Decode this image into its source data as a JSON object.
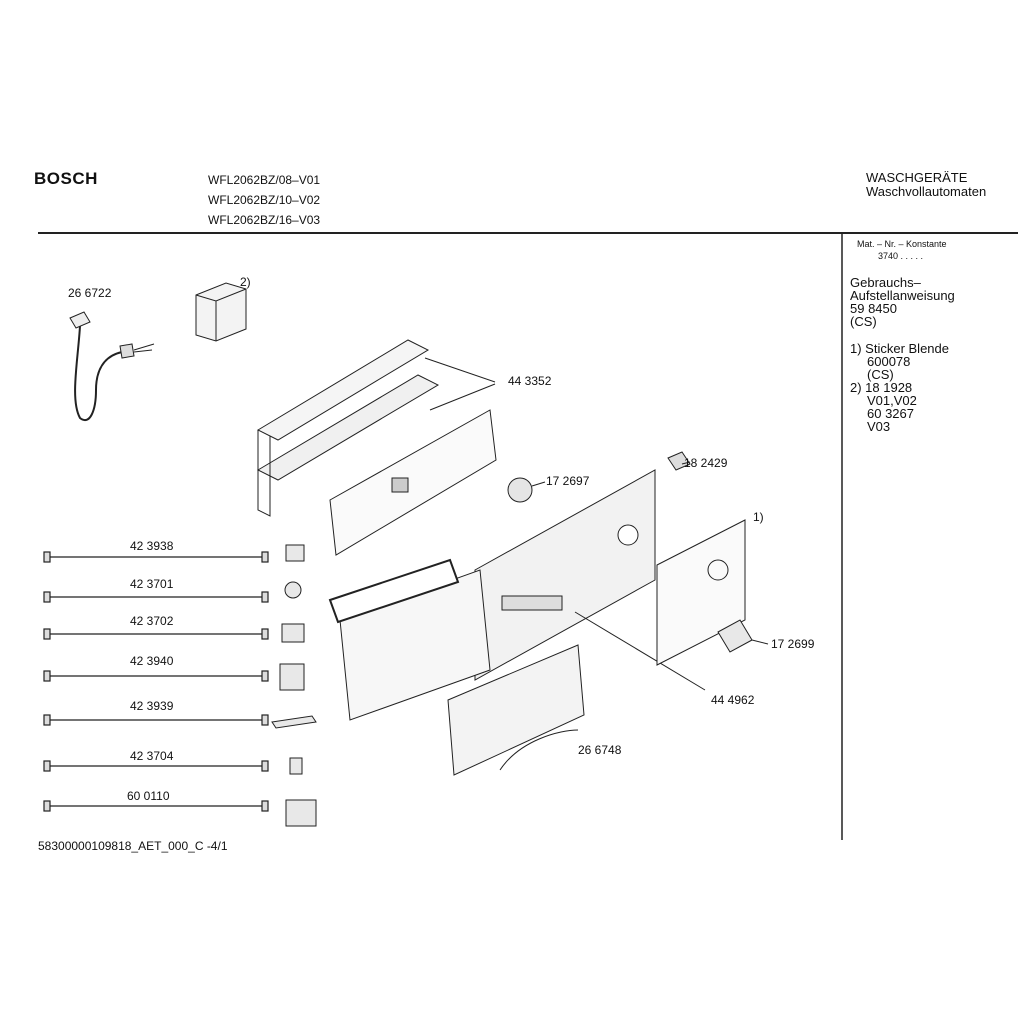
{
  "header": {
    "brand": "BOSCH",
    "models": [
      "WFL2062BZ/08–V01",
      "WFL2062BZ/10–V02",
      "WFL2062BZ/16–V03"
    ],
    "category": "WASCHGERÄTE",
    "subcategory": "Waschvollautomaten"
  },
  "side_panel": {
    "mat_header": "Mat. – Nr. – Konstante",
    "mat_value": "3740  .  .  .  .  .",
    "manual_lines": [
      "Gebrauchs–",
      "Aufstellanweisung",
      "59 8450",
      "(CS)"
    ],
    "note1_lines": [
      "1) Sticker Blende",
      "600078",
      "(CS)"
    ],
    "note2_lines": [
      "2) 18 1928",
      "V01,V02",
      "60 3267",
      "V03"
    ]
  },
  "parts": {
    "power_cord": "26 6722",
    "filter_note": "2)",
    "control_module": "44 3352",
    "switch_part": "18 2429",
    "knob_small": "17 2697",
    "sticker_note": "1)",
    "knob_large": "17 2699",
    "panel": "44 4962",
    "drawer": "26 6748",
    "harnesses": [
      "42 3938",
      "42 3701",
      "42 3702",
      "42 3940",
      "42 3939",
      "42 3704",
      "60 0110"
    ]
  },
  "footer": {
    "doc_id": "58300000109818_AET_000_C -4/1"
  }
}
